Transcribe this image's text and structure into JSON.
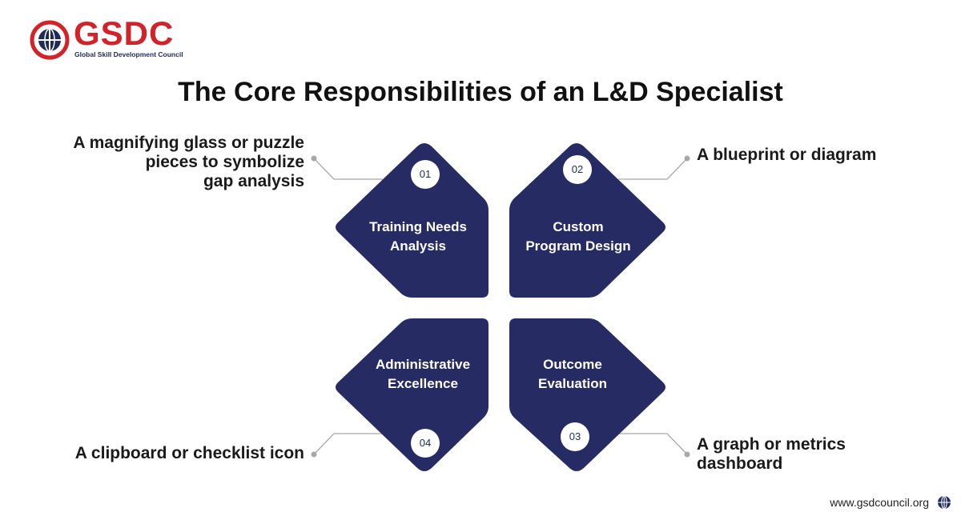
{
  "logo": {
    "name": "GSDC",
    "subtitle": "Global Skill Development Council"
  },
  "title": "The Core Responsibilities of an L&D Specialist",
  "colors": {
    "tile": "#262c63",
    "brand_red": "#d2232a",
    "connector": "#a8a8a8"
  },
  "tiles": [
    {
      "number": "01",
      "name": "Training Needs Analysis",
      "line1": "Training Needs",
      "line2": "Analysis",
      "icon_hint": [
        "A magnifying glass or puzzle",
        "pieces to symbolize",
        "gap analysis"
      ]
    },
    {
      "number": "02",
      "name": "Custom Program Design",
      "line1": "Custom",
      "line2": "Program Design",
      "icon_hint": [
        "A blueprint or diagram"
      ]
    },
    {
      "number": "03",
      "name": "Outcome Evaluation",
      "line1": "Outcome",
      "line2": "Evaluation",
      "icon_hint": [
        "A graph or metrics",
        "dashboard"
      ]
    },
    {
      "number": "04",
      "name": "Administrative Excellence",
      "line1": "Administrative",
      "line2": "Excellence",
      "icon_hint": [
        "A clipboard or checklist icon"
      ]
    }
  ],
  "footer": {
    "url": "www.gsdcouncil.org",
    "icon": "globe-icon"
  }
}
